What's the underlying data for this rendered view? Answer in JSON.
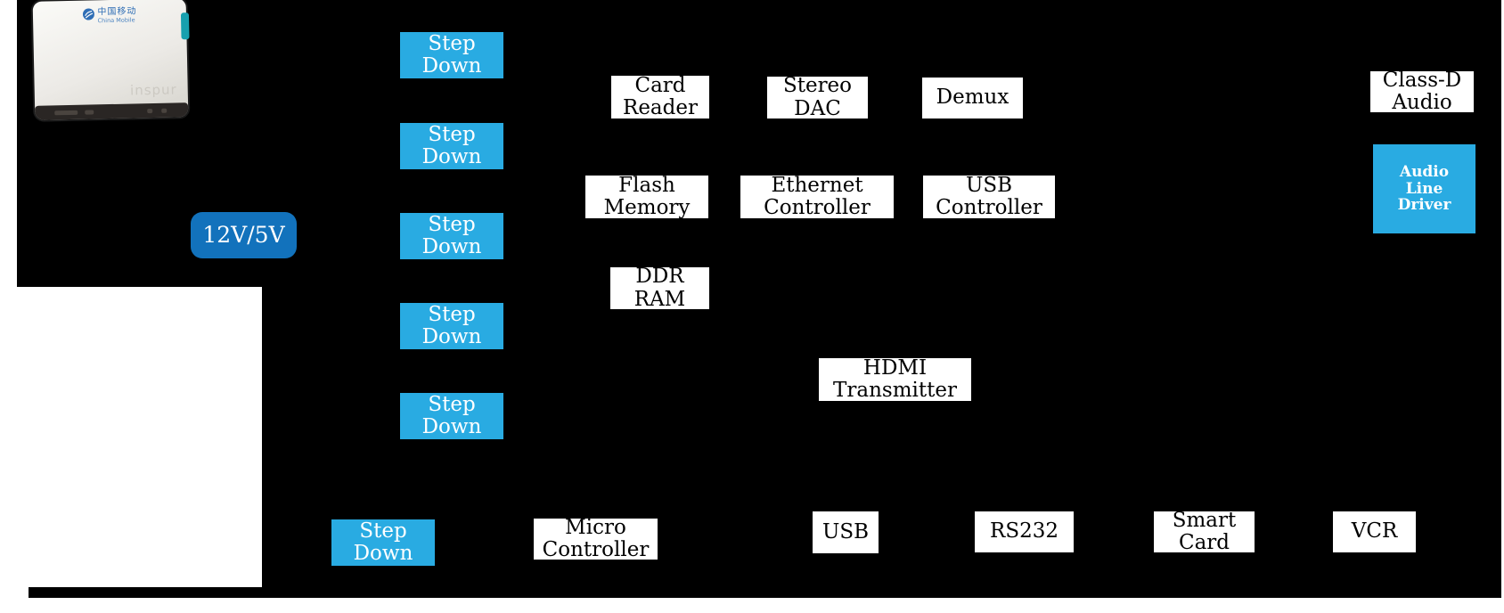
{
  "diagram_type": "set-top-box hardware block diagram",
  "colors": {
    "panel_background": "#000000",
    "page_background": "#ffffff",
    "step_down_cyan": "#29abe2",
    "power_input_blue": "#1272bc",
    "box_white": "#ffffff",
    "box_text_black": "#000000"
  },
  "device_photo": {
    "operator_logo_cn": "中国移动",
    "operator_logo_en": "China Mobile",
    "maker_logo": "inspur"
  },
  "power": {
    "input_label": "12V/5V",
    "step_down_label": "Step Down",
    "step_down_count": 6
  },
  "blocks": {
    "card_reader": {
      "label": "Card Reader"
    },
    "stereo_dac": {
      "label": "Stereo DAC"
    },
    "demux": {
      "label": "Demux"
    },
    "class_d_audio": {
      "label": "Class-D Audio"
    },
    "audio_line_driver": {
      "label": "Audio Line Driver"
    },
    "flash_memory": {
      "label": "Flash Memory"
    },
    "ethernet_controller": {
      "label": "Ethernet Controller"
    },
    "usb_controller": {
      "label": "USB Controller"
    },
    "ddr_ram": {
      "label": "DDR RAM"
    },
    "hdmi_transmitter": {
      "label": "HDMI Transmitter"
    },
    "micro_controller": {
      "label": "Micro Controller"
    },
    "usb": {
      "label": "USB"
    },
    "rs232": {
      "label": "RS232"
    },
    "smart_card": {
      "label": "Smart Card"
    },
    "vcr": {
      "label": "VCR"
    }
  }
}
